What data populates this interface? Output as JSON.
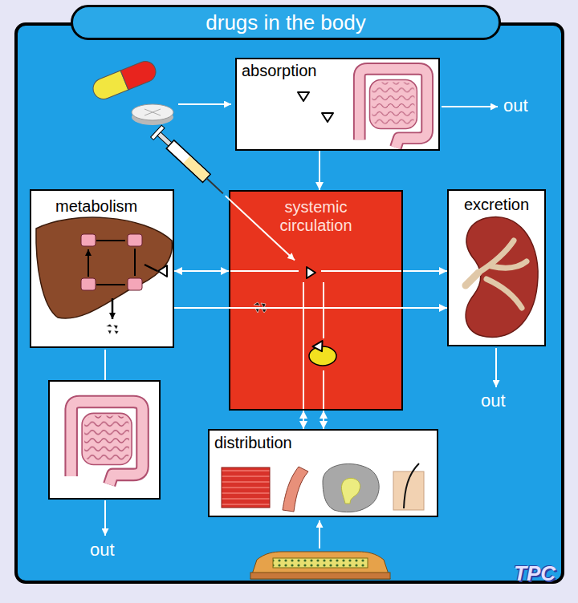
{
  "diagram": {
    "title": "drugs in the body",
    "nodes": [
      {
        "text": [
          "absorption"
        ]
      },
      {
        "text": [
          "metabolism"
        ]
      },
      {
        "text": [
          "systemic circulation"
        ]
      },
      {
        "text": [
          "excretion"
        ]
      },
      {
        "text": [
          "distribution"
        ]
      }
    ],
    "edges": [
      {
        "from": 0,
        "to": 2,
        "arrow": "to"
      },
      {
        "from": 1,
        "to": 2,
        "arrow": "both"
      },
      {
        "from": 2,
        "to": 3,
        "arrow": "to"
      },
      {
        "from": 1,
        "to": 3,
        "arrow": "to"
      },
      {
        "from": 2,
        "to": 4,
        "arrow": "both"
      },
      {
        "from": 2,
        "to": 4,
        "arrow": "both"
      }
    ],
    "labels": [
      "out",
      "out",
      "out",
      "TPC"
    ]
  }
}
